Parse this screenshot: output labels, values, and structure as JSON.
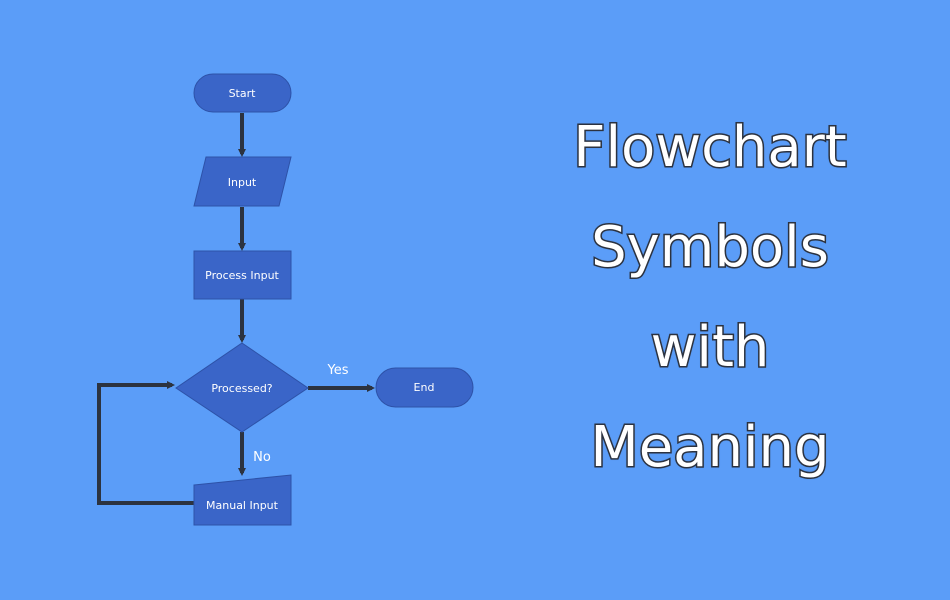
{
  "colors": {
    "background": "#5b9df8",
    "node_fill": "#3a65c8",
    "node_stroke": "#2d52a8",
    "arrow": "#2c3340",
    "title_fill": "#ffffff",
    "title_outline": "#2c3340"
  },
  "diagram": {
    "nodes": {
      "start": "Start",
      "input": "Input",
      "process": "Process Input",
      "decision": "Processed?",
      "end": "End",
      "manual_input": "Manual Input"
    },
    "edge_labels": {
      "yes": "Yes",
      "no": "No"
    }
  },
  "title": {
    "line1": "Flowchart",
    "line2": "Symbols",
    "line3": "with",
    "line4": "Meaning"
  }
}
